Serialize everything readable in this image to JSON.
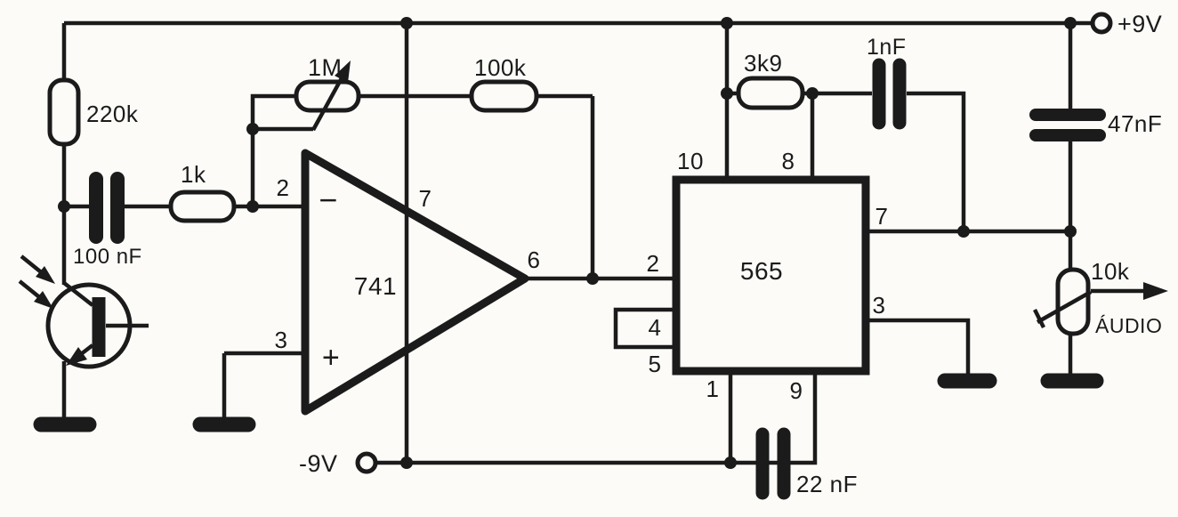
{
  "schematic": {
    "power": {
      "vplus": "+9V",
      "vminus": "-9V"
    },
    "opamp": {
      "part": "741",
      "minus": "−",
      "plus": "+",
      "pins": {
        "inverting": "2",
        "noninverting": "3",
        "supply": "7",
        "output": "6"
      }
    },
    "pll": {
      "part": "565",
      "pins": {
        "p10": "10",
        "p8": "8",
        "p7": "7",
        "p3": "3",
        "p2": "2",
        "p4": "4",
        "p5": "5",
        "p1": "1",
        "p9": "9"
      }
    },
    "components": {
      "r_220k": "220k",
      "c_100nf": "100 nF",
      "r_1k": "1k",
      "pot_1m": "1M",
      "r_100k": "100k",
      "r_3k9": "3k9",
      "c_1nf": "1nF",
      "c_47nf": "47nF",
      "c_22nf": "22 nF",
      "pot_10k": "10k"
    },
    "output": {
      "label": "ÁUDIO"
    }
  }
}
